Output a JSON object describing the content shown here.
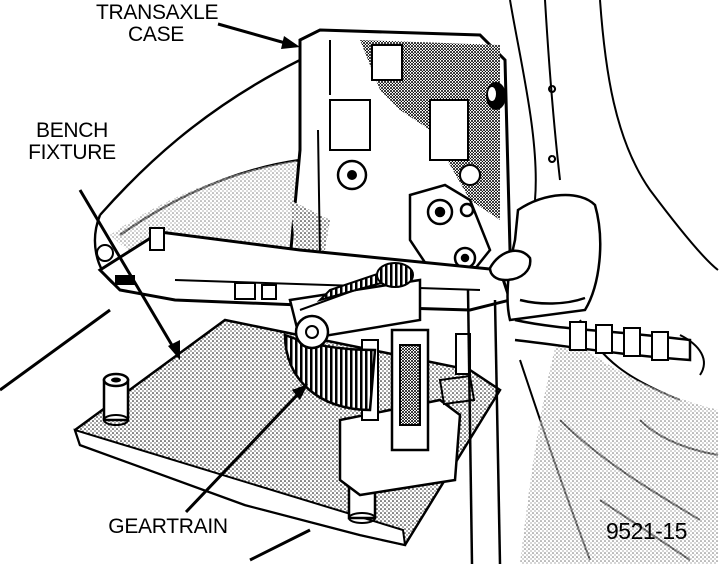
{
  "labels": {
    "transaxle_case_line1": "TRANSAXLE",
    "transaxle_case_line2": "CASE",
    "bench_fixture_line1": "BENCH",
    "bench_fixture_line2": "FIXTURE",
    "geartrain": "GEARTRAIN"
  },
  "figure_number": "9521-15"
}
